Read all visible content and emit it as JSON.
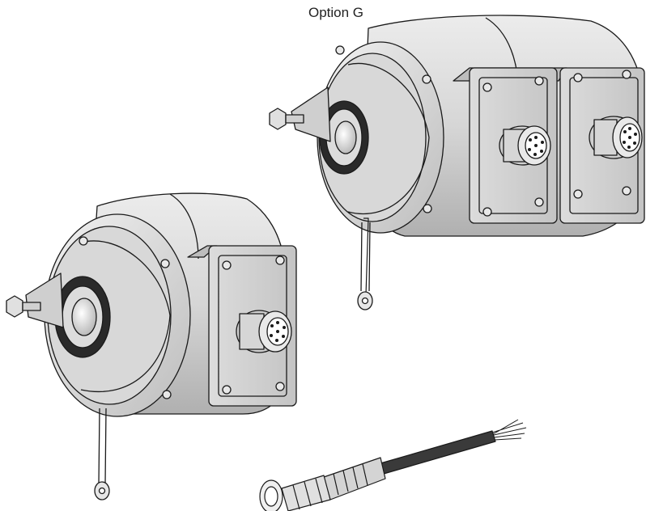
{
  "caption": "Option G",
  "colors": {
    "outline": "#1a1a1a",
    "body_light": "#e4e4e4",
    "body_mid": "#c8c8c8",
    "body_dark": "#9a9a9a",
    "seal": "#2a2a2a",
    "cable": "#3a3a3a"
  },
  "items": [
    {
      "name": "encoder-dual-connector",
      "icon": "rotary-encoder-icon"
    },
    {
      "name": "encoder-single-connector",
      "icon": "rotary-encoder-icon"
    },
    {
      "name": "connector-cable",
      "icon": "cable-connector-icon"
    }
  ]
}
